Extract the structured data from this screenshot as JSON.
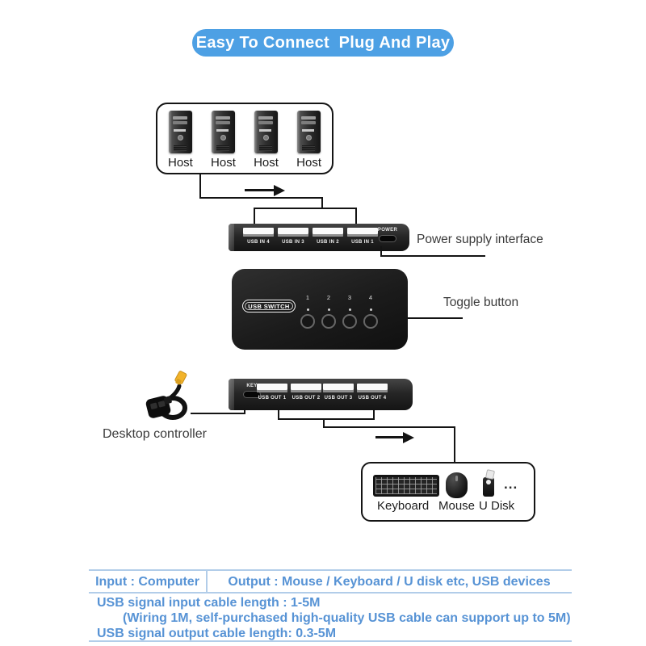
{
  "colors": {
    "banner_bg": "#4da0e4",
    "table_text_blue": "#5793d5",
    "table_line_blue": "#b2cde9",
    "diagram_line": "#141414",
    "device_body": "#1b1b1b",
    "connector_yellow": "#f2b32a"
  },
  "banner": {
    "text": "Easy To Connect  Plug And Play"
  },
  "hosts": {
    "labels": [
      "Host",
      "Host",
      "Host",
      "Host"
    ]
  },
  "usb_in_bar": {
    "ports": [
      "USB IN 4",
      "USB IN 3",
      "USB IN 2",
      "USB IN 1"
    ],
    "power_label": "POWER"
  },
  "switch_device": {
    "badge": "USB SWITCH",
    "button_numbers": [
      "1",
      "2",
      "3",
      "4"
    ]
  },
  "usb_out_bar": {
    "key_label": "KEY",
    "ports": [
      "USB OUT 1",
      "USB OUT 2",
      "USB OUT 3",
      "USB OUT 4"
    ]
  },
  "callouts": {
    "power_supply": "Power supply interface",
    "toggle_button": "Toggle button",
    "desktop_controller": "Desktop controller"
  },
  "peripherals": {
    "items": [
      "Keyboard",
      "Mouse",
      "U Disk"
    ],
    "more": "..."
  },
  "spec_table": {
    "input_cell": "Input : Computer",
    "output_cell": "Output : Mouse / Keyboard / U disk etc, USB devices",
    "input_cable": "USB signal input cable length : 1-5M",
    "input_cable_note": "(Wiring 1M, self-purchased high-quality USB cable can support up to 5M)",
    "output_cable": "USB signal output cable length: 0.3-5M"
  }
}
